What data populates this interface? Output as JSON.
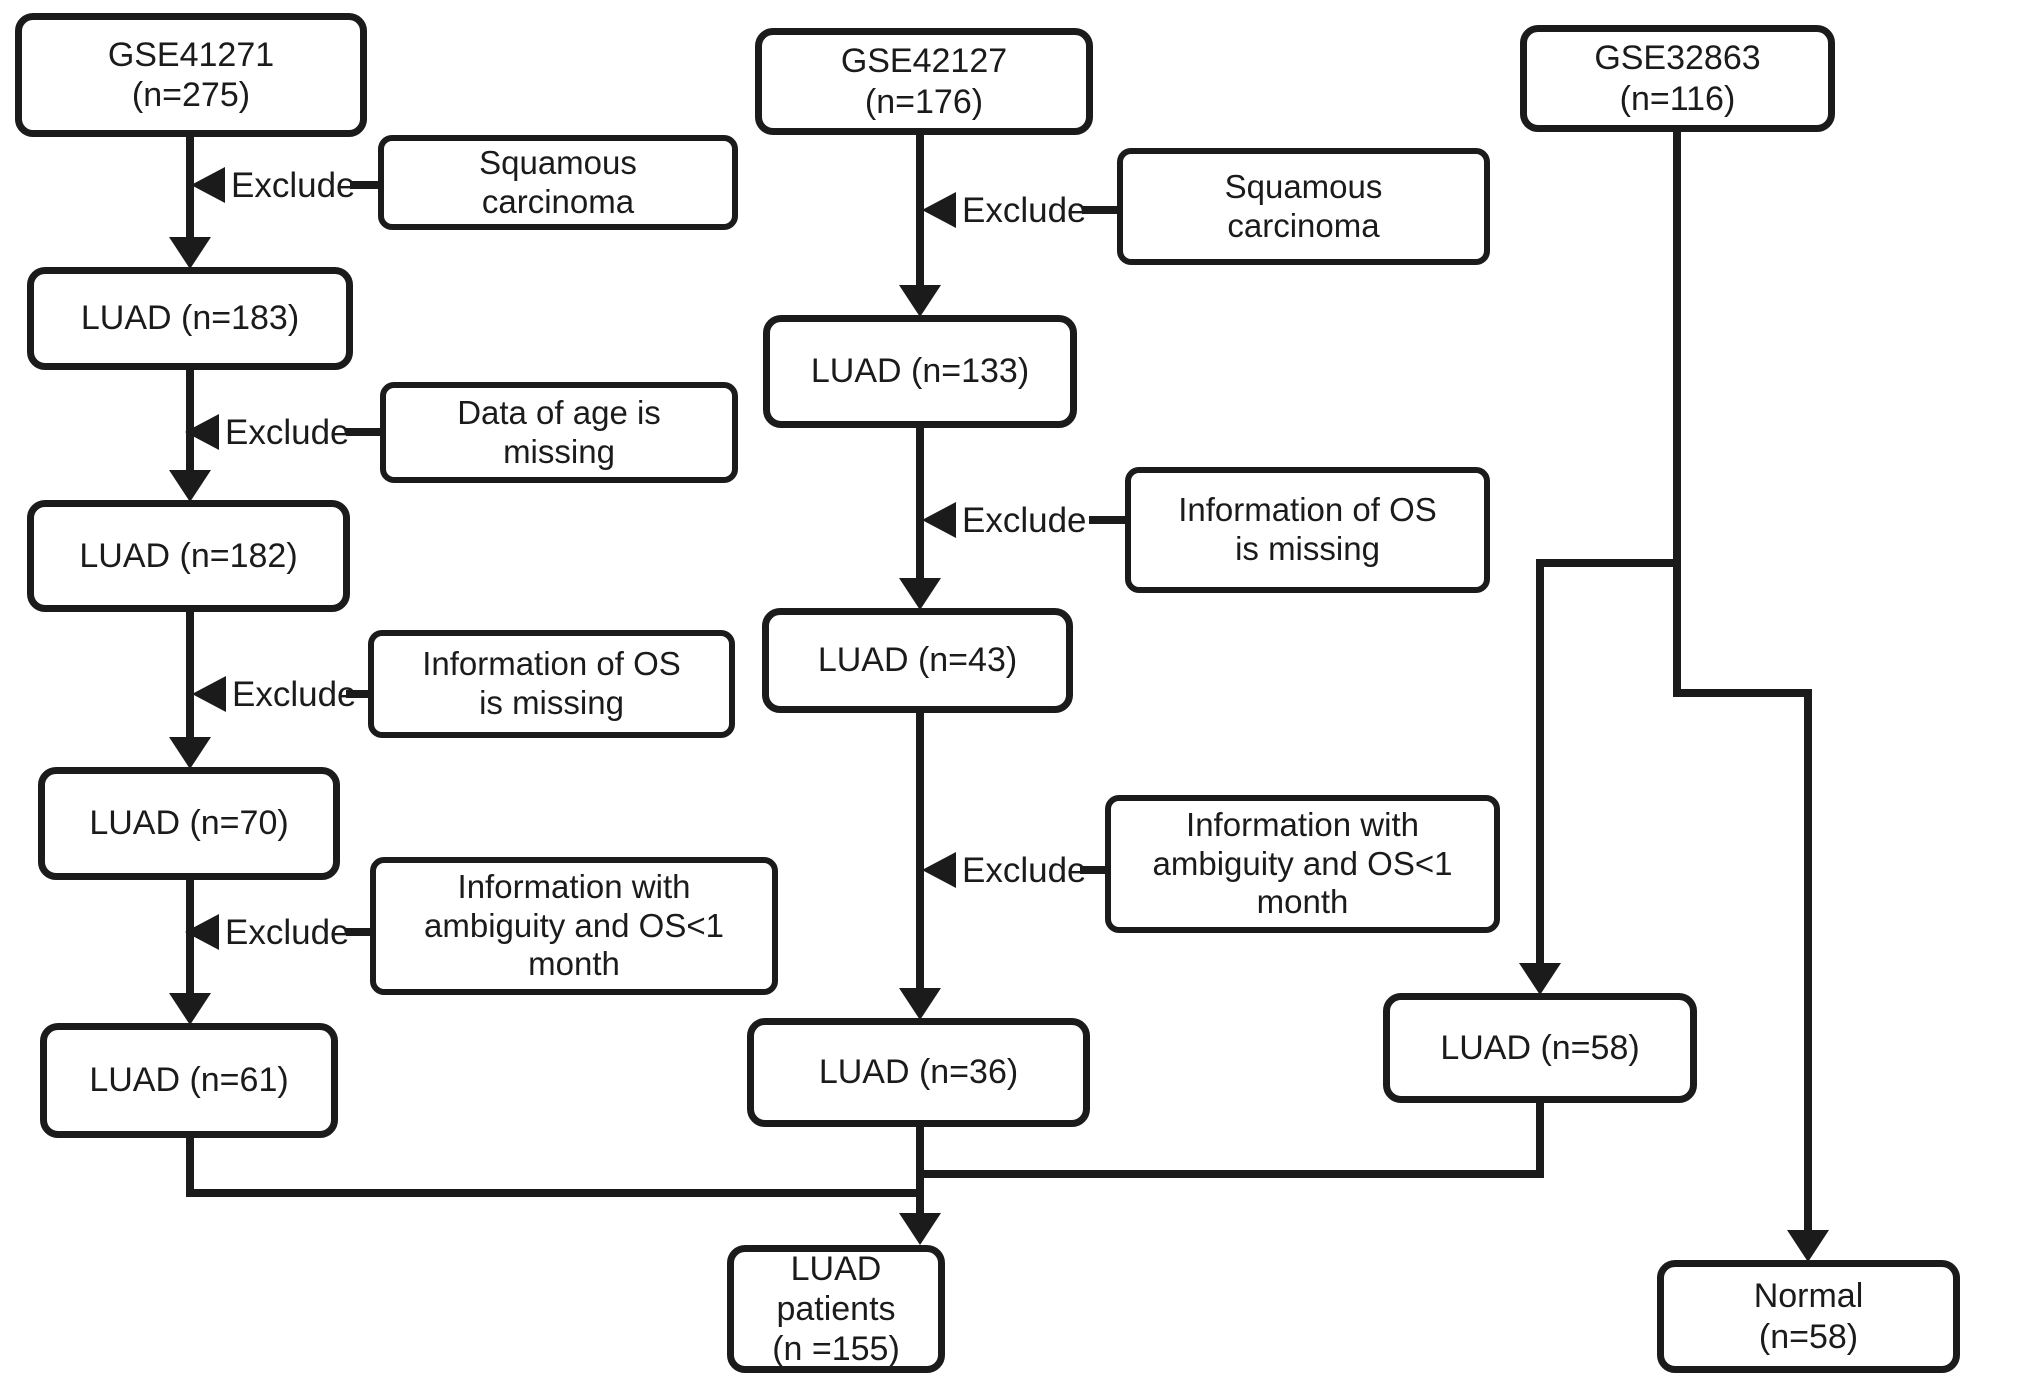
{
  "labels": {
    "exclude": "Exclude"
  },
  "nodes": {
    "gse41271": "GSE41271\n(n=275)",
    "luad183": "LUAD (n=183)",
    "luad182": "LUAD (n=182)",
    "luad70": "LUAD (n=70)",
    "luad61": "LUAD (n=61)",
    "gse42127": "GSE42127\n(n=176)",
    "luad133": "LUAD (n=133)",
    "luad43": "LUAD (n=43)",
    "luad36": "LUAD (n=36)",
    "luad_patients": "LUAD patients\n(n =155)",
    "gse32863": "GSE32863\n(n=116)",
    "luad58": "LUAD (n=58)",
    "normal": "Normal\n(n=58)"
  },
  "exclusions": {
    "squamous1": "Squamous\ncarcinoma",
    "age1": "Data of age is\nmissing",
    "os1": "Information of OS\nis missing",
    "ambiguity1": "Information with\nambiguity and OS<1\nmonth",
    "squamous2": "Squamous\ncarcinoma",
    "os2": "Information of OS\nis missing",
    "ambiguity2": "Information with\nambiguity and OS<1\nmonth"
  },
  "colors": {
    "line": "#1b1b1b",
    "box_background": "#ffffff",
    "page_background": "#ffffff"
  }
}
